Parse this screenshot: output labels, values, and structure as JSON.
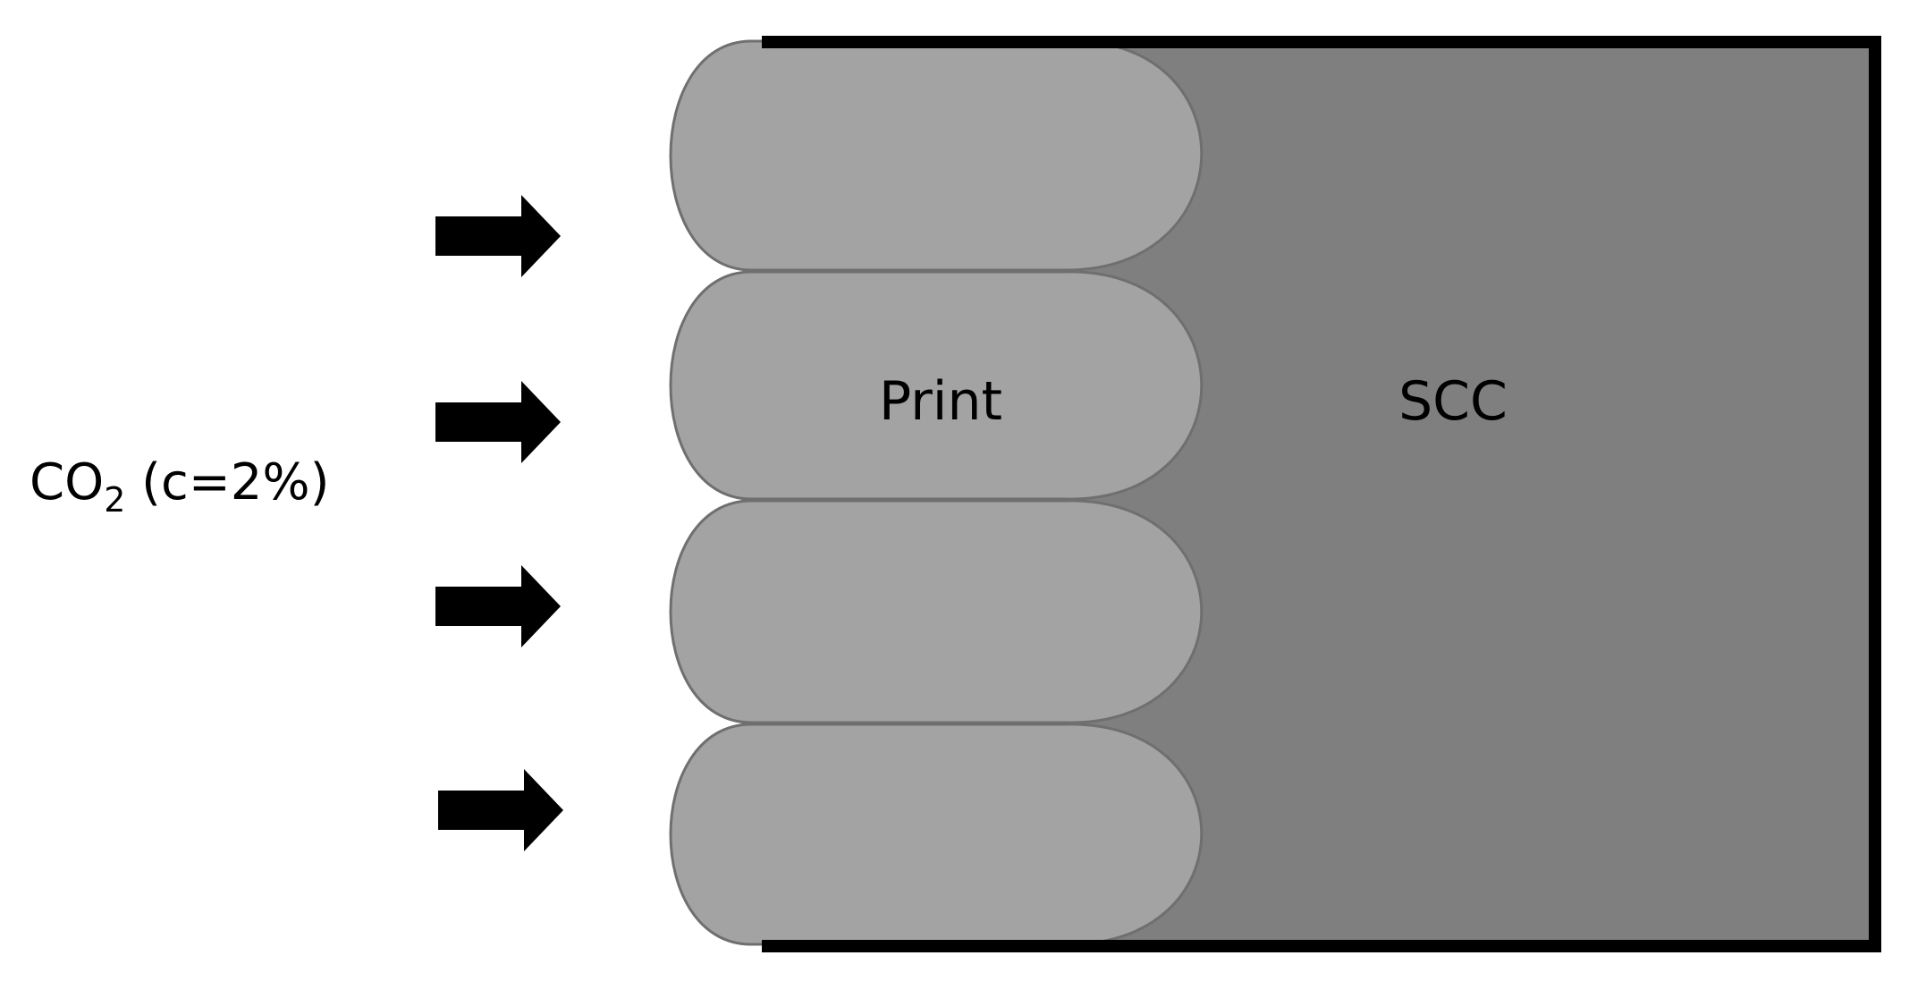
{
  "gas_label": {
    "species_main": "CO",
    "species_subscript": "2",
    "concentration": " (c=2%)"
  },
  "regions": {
    "print_label": "Print",
    "scc_label": "SCC"
  },
  "colors": {
    "print_fill": "#a3a3a3",
    "scc_fill": "#7f7f7f",
    "border": "#000000",
    "arrow": "#000000",
    "layer_stroke": "#6f6f6f"
  },
  "arrow_count": 4,
  "print_layer_count": 4
}
